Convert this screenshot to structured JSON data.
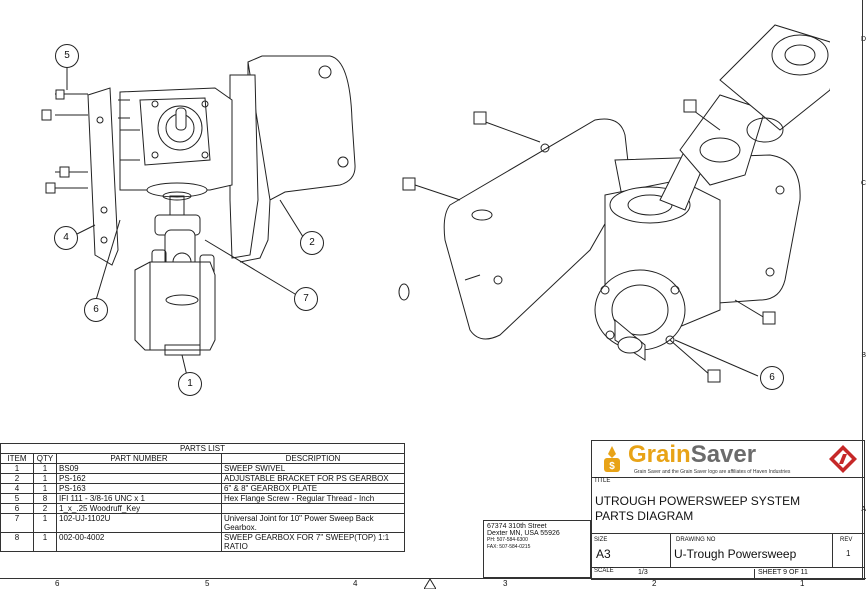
{
  "callouts": {
    "left": [
      "5",
      "4",
      "6",
      "7",
      "2",
      "1"
    ],
    "right": [
      "6"
    ]
  },
  "parts_list": {
    "title": "PARTS LIST",
    "headers": [
      "ITEM",
      "QTY",
      "PART NUMBER",
      "DESCRIPTION"
    ],
    "rows": [
      {
        "item": "1",
        "qty": "1",
        "part": "BS09",
        "desc": "SWEEP SWIVEL"
      },
      {
        "item": "2",
        "qty": "1",
        "part": "PS-162",
        "desc": "ADJUSTABLE BRACKET FOR PS GEARBOX"
      },
      {
        "item": "4",
        "qty": "1",
        "part": "PS-163",
        "desc": "6\" & 8\" GEARBOX PLATE"
      },
      {
        "item": "5",
        "qty": "8",
        "part": "IFI 111 - 3/8-16 UNC x 1",
        "desc": "Hex Flange Screw - Regular Thread - Inch"
      },
      {
        "item": "6",
        "qty": "2",
        "part": "1_x_.25 Woodruff_Key",
        "desc": ""
      },
      {
        "item": "7",
        "qty": "1",
        "part": "102-UJ-1102U",
        "desc": "Universal Joint for 10\" Power Sweep Back Gearbox."
      },
      {
        "item": "8",
        "qty": "1",
        "part": "002-00-4002",
        "desc": "SWEEP GEARBOX FOR 7\" SWEEP(TOP) 1:1 RATIO"
      }
    ]
  },
  "address": {
    "street": "67374 310th Street",
    "city": "Dexter MN, USA 55926",
    "phone": "PH: 507-584-6300",
    "fax": "FAX: 507-584-0215"
  },
  "title_block": {
    "brand_grain": "Grain",
    "brand_saver": "Saver",
    "tagline": "Grain Saver and the Grain Saver logo are affiliates of Haven Industries",
    "title_label": "TITLE",
    "title_line1": "UTROUGH POWERSWEEP SYSTEM",
    "title_line2": "PARTS DIAGRAM",
    "size_label": "SIZE",
    "size_value": "A3",
    "drawing_no_label": "DRAWING NO",
    "drawing_no_value": "U-Trough Powersweep",
    "rev_label": "REV",
    "rev_value": "1",
    "scale_label": "SCALE",
    "scale_value": "1/3",
    "sheet_text": "SHEET 9  OF 11"
  },
  "zones_bottom": [
    "6",
    "5",
    "4",
    "3",
    "2",
    "1"
  ],
  "zones_right": [
    "D",
    "C",
    "B",
    "A"
  ],
  "colors": {
    "brand_orange": "#e8a317",
    "brand_gray": "#6b6b6b",
    "logo_red": "#c62828"
  }
}
